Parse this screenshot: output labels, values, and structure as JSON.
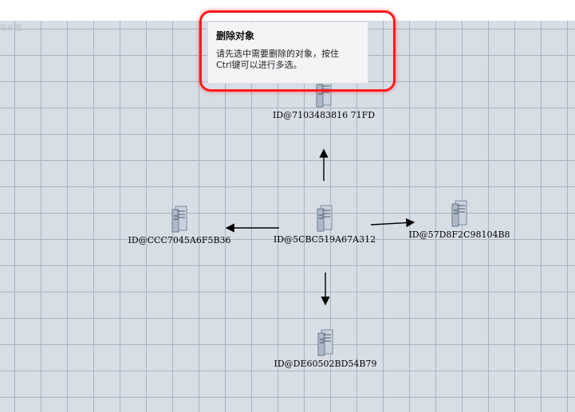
{
  "canvas": {
    "label": "拓扑图"
  },
  "tooltip": {
    "title": "删除对象",
    "body": "请先选中需要删除的对象，按住\nCtrl键可以进行多选。"
  },
  "nodes": [
    {
      "id": "top",
      "label": "ID@7103483816 71FD"
    },
    {
      "id": "center",
      "label": "ID@5CBC519A67A312"
    },
    {
      "id": "left",
      "label": "ID@CCC7045A6F5B36"
    },
    {
      "id": "right",
      "label": "ID@57D8F2C98104B8"
    },
    {
      "id": "bottom",
      "label": "ID@DE60502BD54B79"
    }
  ],
  "colors": {
    "grid_bg": "#d8dee6",
    "grid_line": "#aab4bf",
    "highlight": "#ff1a1a",
    "edge": "#000000"
  }
}
